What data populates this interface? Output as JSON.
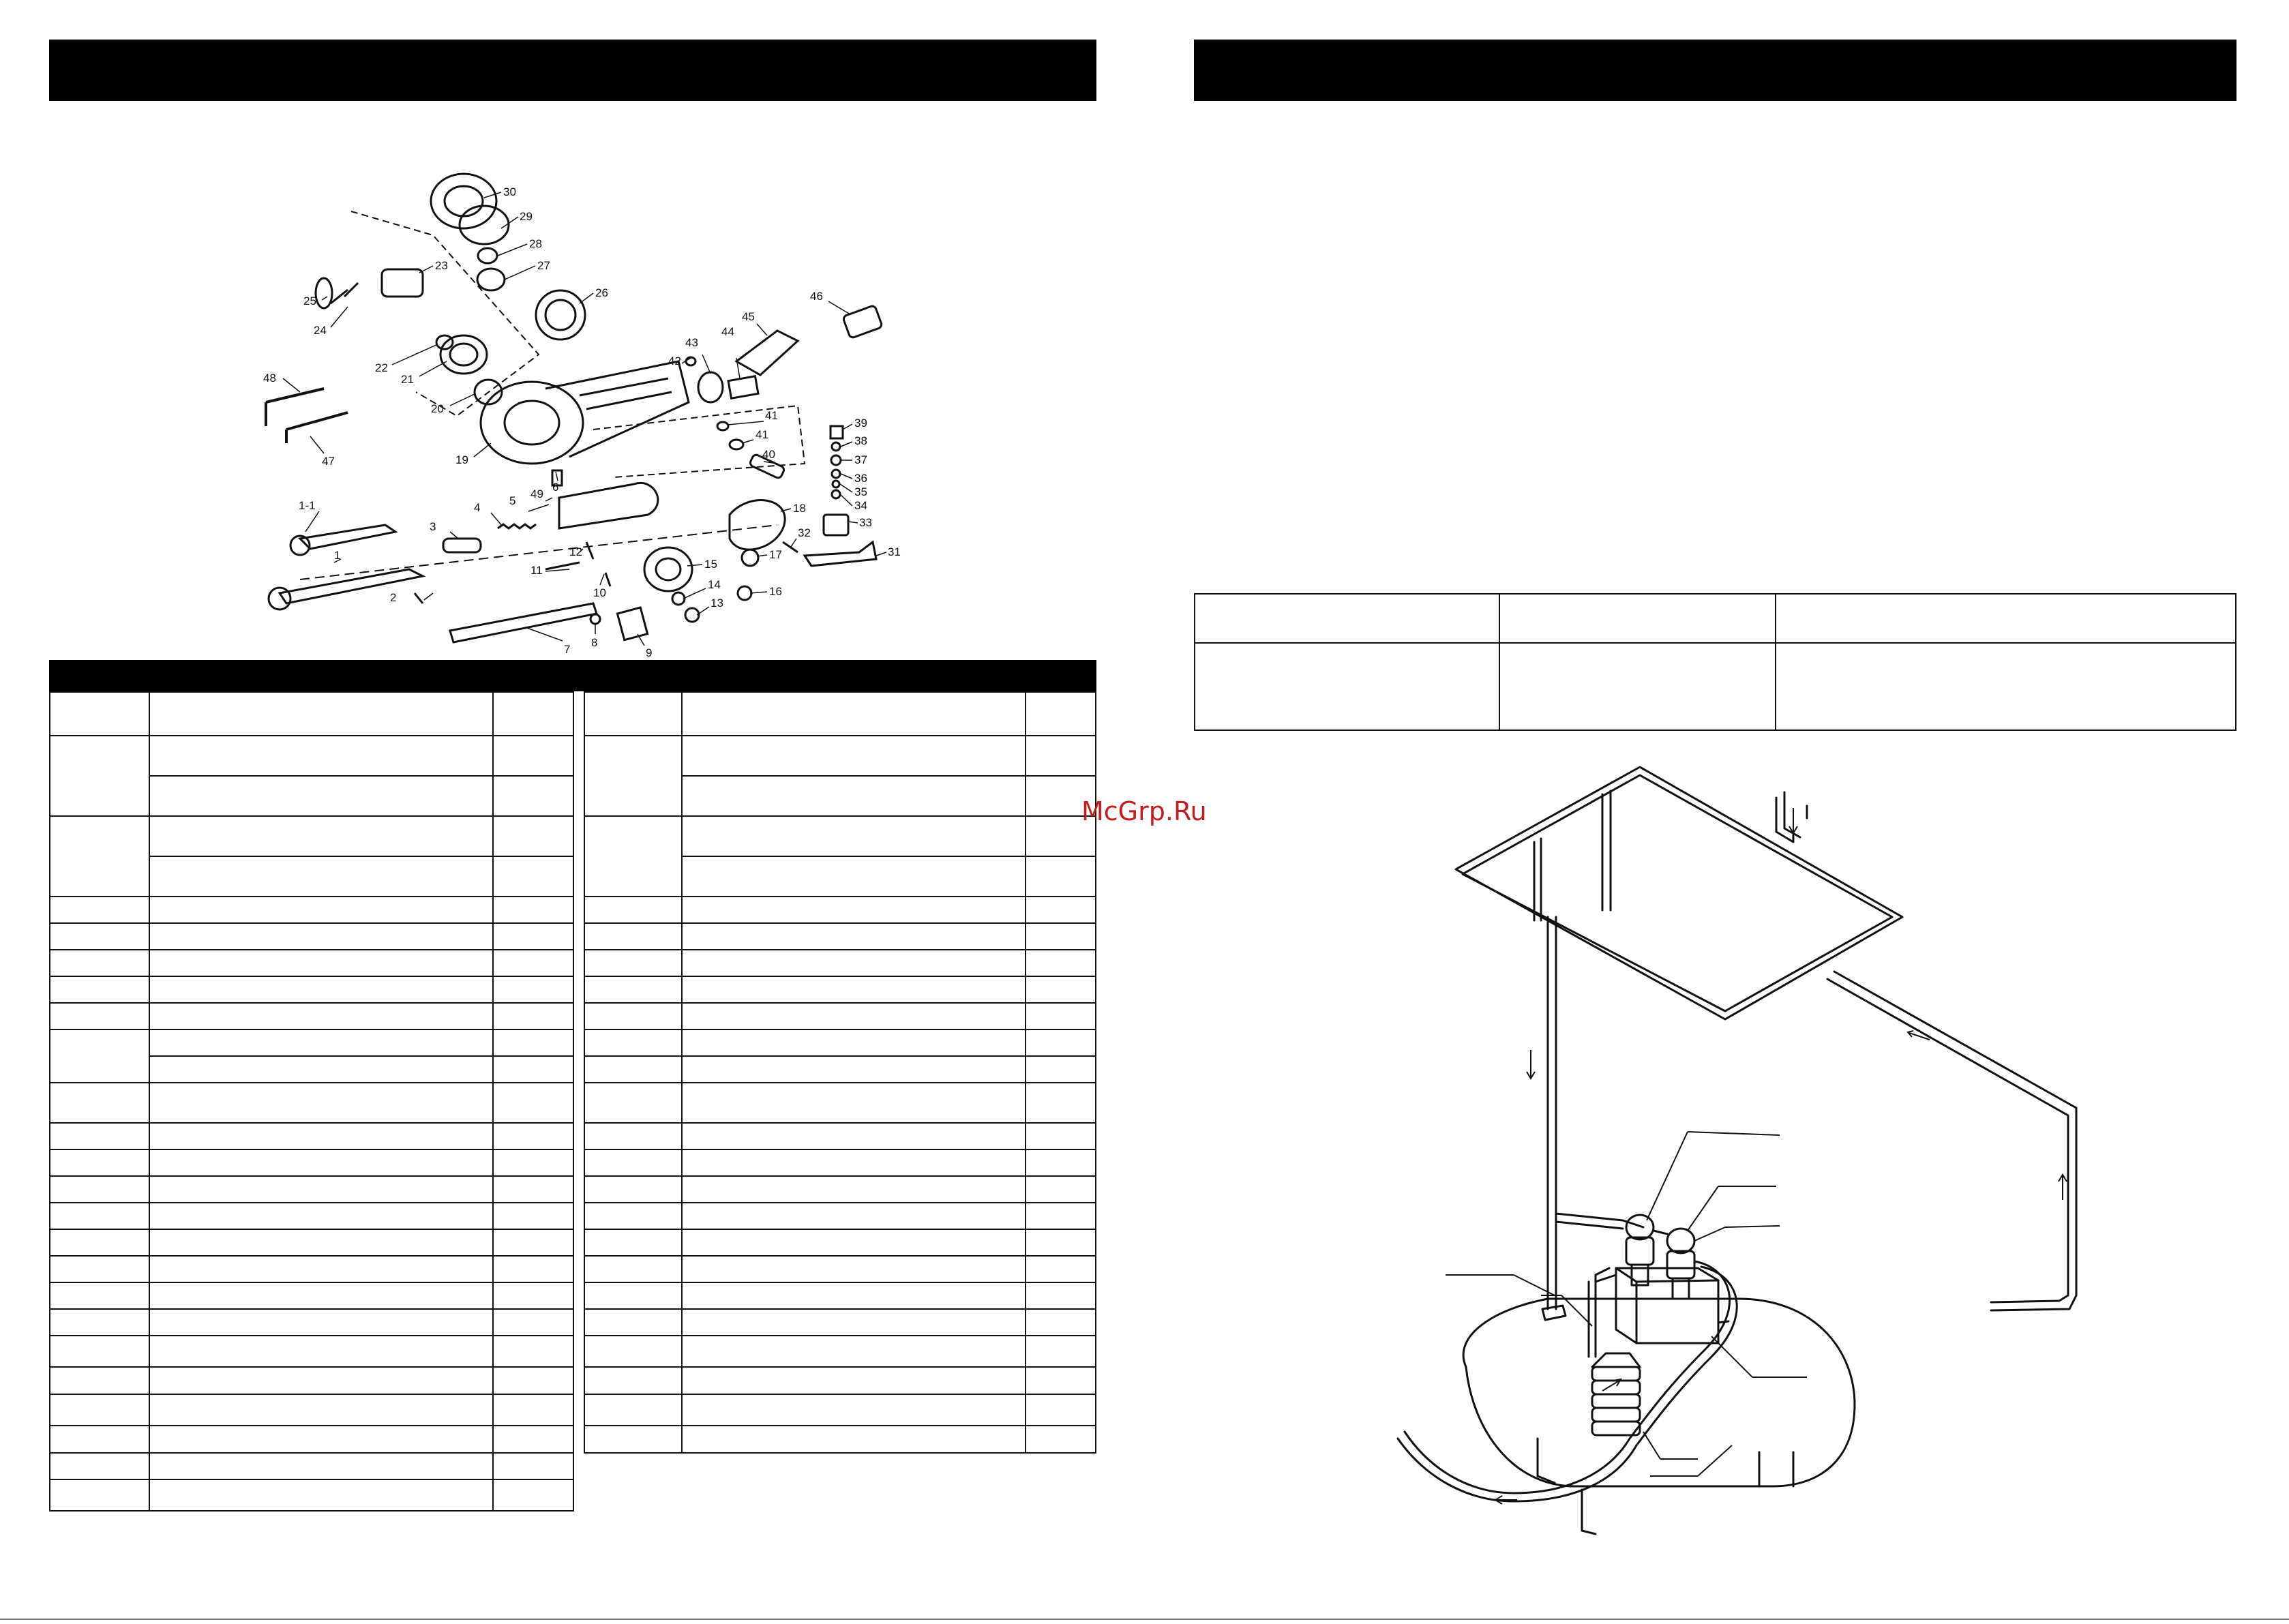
{
  "watermark": "McGrp.Ru",
  "exploded_view": {
    "callouts": [
      "30",
      "29",
      "28",
      "27",
      "26",
      "23",
      "25",
      "24",
      "22",
      "21",
      "20",
      "19",
      "46",
      "45",
      "44",
      "43",
      "42",
      "41",
      "41",
      "40",
      "39",
      "38",
      "37",
      "36",
      "35",
      "34",
      "33",
      "31",
      "32",
      "18",
      "17",
      "16",
      "15",
      "14",
      "13",
      "12",
      "11",
      "10",
      "9",
      "8",
      "7",
      "6",
      "5",
      "49",
      "4",
      "3",
      "2",
      "1",
      "1-1",
      "48",
      "47"
    ]
  },
  "parts_table": {
    "left_rows": 27,
    "right_rows": 25
  },
  "spec_table": {
    "rows": 2,
    "cols": 3
  },
  "icons": {
    "watermark_color": "#c41e1e"
  }
}
